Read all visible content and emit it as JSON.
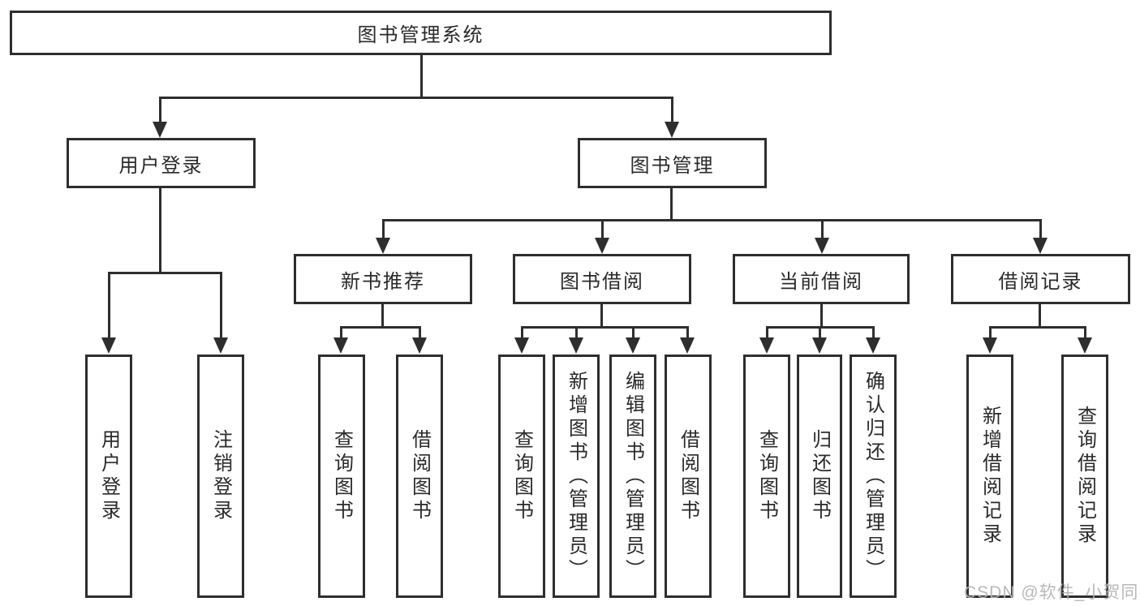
{
  "tree": {
    "label": "图书管理系统",
    "children": [
      {
        "label": "用户登录",
        "children": [
          {
            "label": "用户登录"
          },
          {
            "label": "注销登录"
          }
        ]
      },
      {
        "label": "图书管理",
        "children": [
          {
            "label": "新书推荐",
            "children": [
              {
                "label": "查询图书"
              },
              {
                "label": "借阅图书"
              }
            ]
          },
          {
            "label": "图书借阅",
            "children": [
              {
                "label": "查询图书"
              },
              {
                "label": "新增图书（管理员）"
              },
              {
                "label": "编辑图书（管理员）"
              },
              {
                "label": "借阅图书"
              }
            ]
          },
          {
            "label": "当前借阅",
            "children": [
              {
                "label": "查询图书"
              },
              {
                "label": "归还图书"
              },
              {
                "label": "确认归还（管理员）"
              }
            ]
          },
          {
            "label": "借阅记录",
            "children": [
              {
                "label": "新增借阅记录"
              },
              {
                "label": "查询借阅记录"
              }
            ]
          }
        ]
      }
    ]
  },
  "watermark": {
    "text": "CSDN @软件_小贺同学"
  },
  "colors": {
    "line": "#2e2e2e",
    "text": "#2a2a2a",
    "background": "#ffffff",
    "watermark": "#b3b3b3"
  }
}
